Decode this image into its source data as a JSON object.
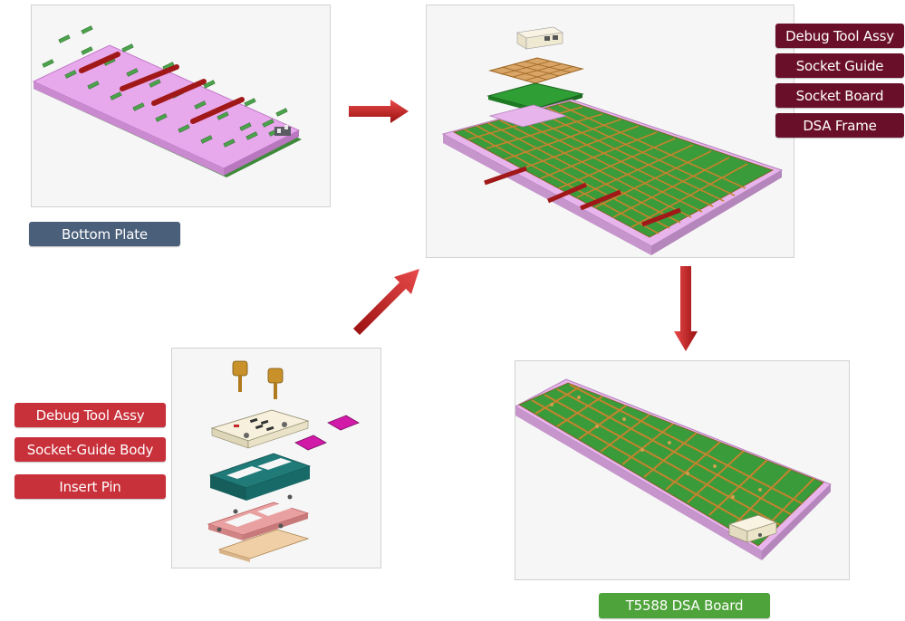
{
  "colors": {
    "plate": "#e6a2ea",
    "green": "#3a9d3c",
    "orange": "#cf8a3a",
    "red_bar": "#b01e1e",
    "arrow": "#c81c1c",
    "label_slate": "#4a5f7a",
    "label_maroon": "#6a0f2a",
    "label_red": "#c8303a",
    "label_green": "#4ea33a"
  },
  "labels": {
    "bottom_plate": "Bottom Plate",
    "t5588": "T5588 DSA Board",
    "right_stack": [
      "Debug Tool Assy",
      "Socket Guide",
      "Socket Board",
      "DSA Frame"
    ],
    "left_stack": [
      "Debug Tool Assy",
      "Socket-Guide Body",
      "Insert Pin"
    ]
  },
  "icons": {
    "arrow_right": "arrow-right-icon",
    "arrow_down": "arrow-down-icon",
    "arrow_up_right": "arrow-up-right-icon"
  }
}
